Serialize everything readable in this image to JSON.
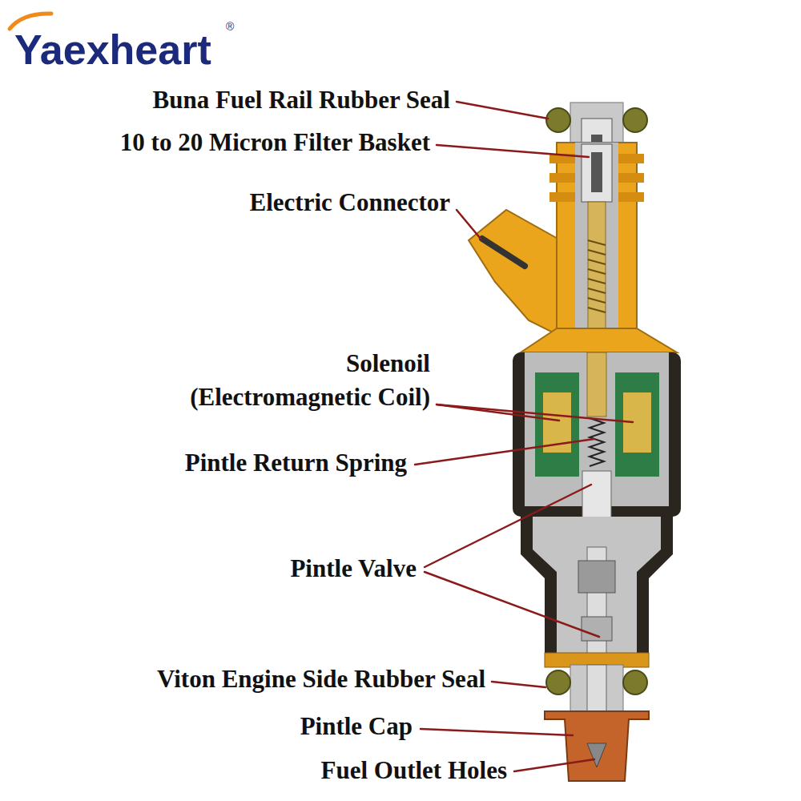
{
  "diagram": {
    "labels": [
      "Yaexheart",
      "®",
      "Buna Fuel Rail Rubber Seal",
      "10 to 20 Micron Filter Basket",
      "Electric Connector",
      "Solenoil (Electromagnetic Coil)",
      "Pintle Return Spring",
      "Pintle Valve",
      "Viton Engine Side Rubber Seal",
      "Pintle Cap",
      "Fuel Outlet Holes"
    ]
  }
}
